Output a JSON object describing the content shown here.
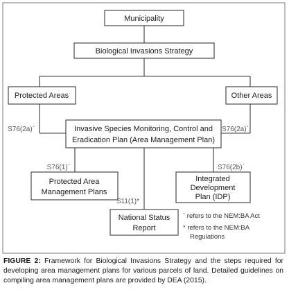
{
  "diagram": {
    "nodes": {
      "municipality": "Municipality",
      "strategy": "Biological Invasions Strategy",
      "protected_areas": "Protected Areas",
      "other_areas": "Other Areas",
      "plan": [
        "Invasive Species Monitoring, Control and",
        "Eradication Plan (Area Management Plan)"
      ],
      "pa_plans": [
        "Protected Area",
        "Management Plans"
      ],
      "idp": [
        "Integrated",
        "Development",
        "Plan (IDP)"
      ],
      "national_report": [
        "National Status",
        "Report"
      ]
    },
    "edge_labels": {
      "s76_2a_left": "S76(2a)`",
      "s76_2a_right": "S76(2a)`",
      "s76_1": "S76(1)`",
      "s76_2b": "S76(2b)`",
      "s11": "S11(1)*"
    },
    "legend": {
      "backtick": "` refers to the NEM:BA Act",
      "asterisk": [
        "* refers to the NEM:BA",
        "Regulations"
      ]
    }
  },
  "caption": {
    "label": "FIGURE 2:",
    "text": " Framework for Biological Invasions Strategy and the steps required for developing area management plans for various parcels of land. Detailed guidelines on compiling area management plans are provided by DEA (2015)."
  }
}
